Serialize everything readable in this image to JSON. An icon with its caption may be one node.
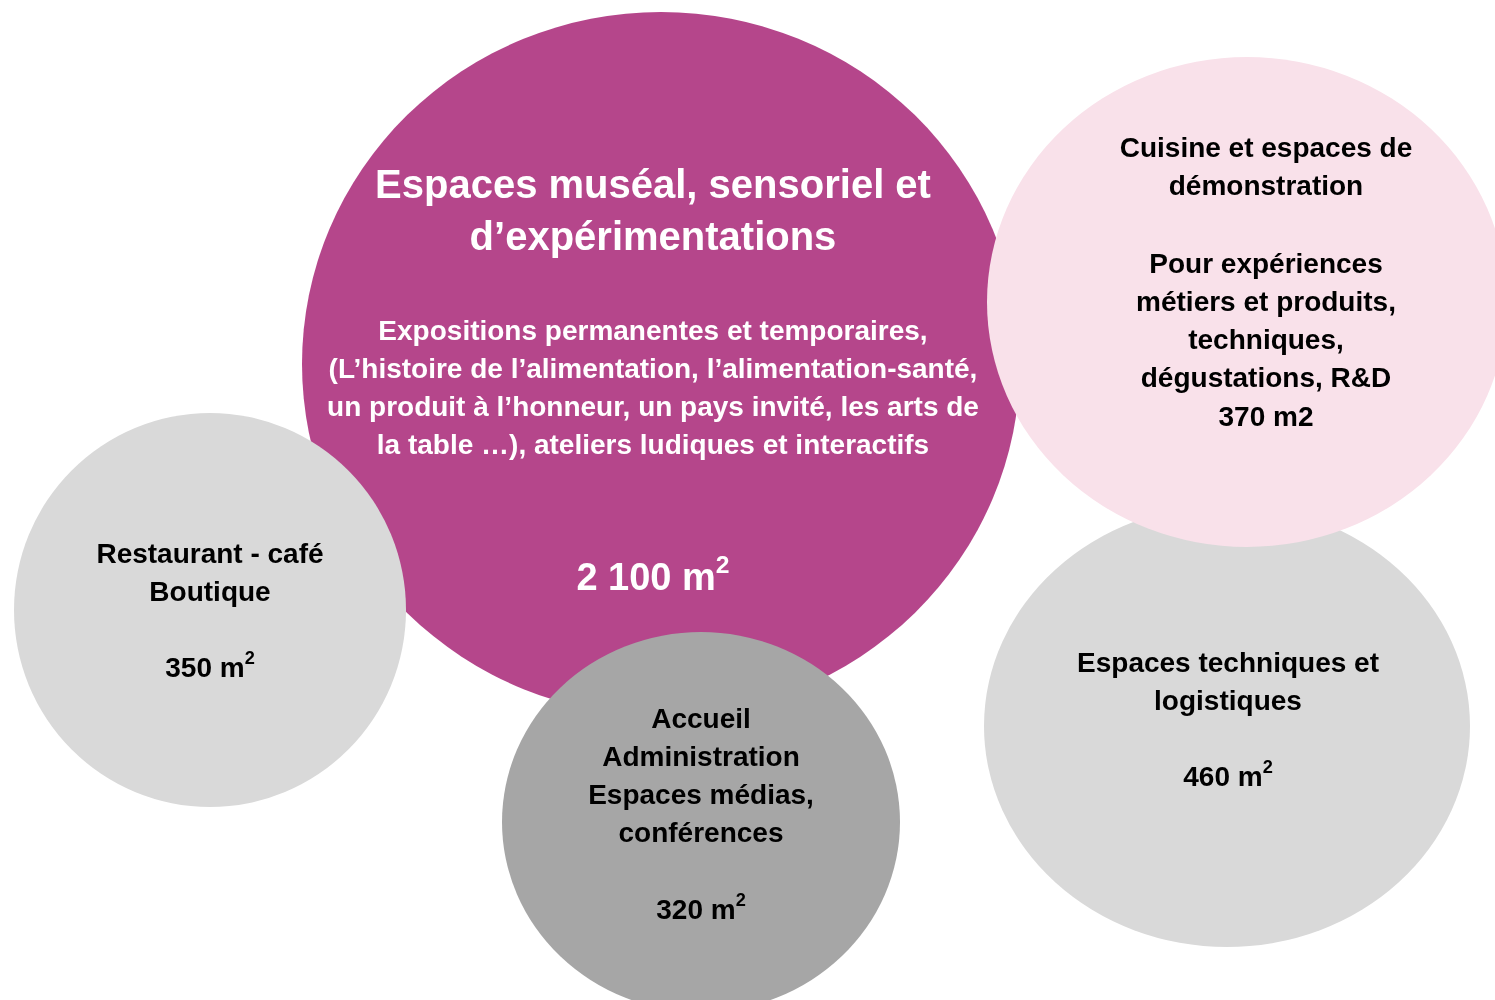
{
  "diagram": {
    "nodes": [
      {
        "text": [
          "Espaces muséal, sensoriel et d’expérimentations",
          "Expositions permanentes et temporaires, (L’histoire de l’alimentation, l’alimentation-santé, un produit à l’honneur, un pays invité, les arts de la table  …), ateliers ludiques et interactifs",
          "2 100 m$^{2}$"
        ]
      },
      {
        "text": [
          "Cuisine et espaces de démonstration",
          "Pour expériences métiers et produits, techniques, dégustations, R&D",
          "370 m2"
        ]
      },
      {
        "text": [
          "Restaurant - café Boutique",
          "350 m$^{2}$"
        ]
      },
      {
        "text": [
          "Accueil Administration Espaces médias, conférences",
          "320 m$^{2}$"
        ]
      },
      {
        "text": [
          "Espaces techniques et logistiques",
          "460 m$^{2}$"
        ]
      }
    ]
  }
}
